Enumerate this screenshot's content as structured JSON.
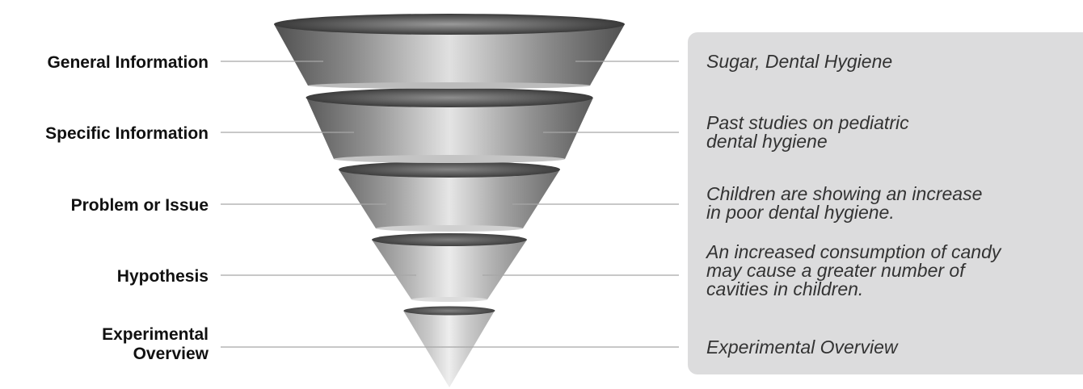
{
  "diagram": {
    "stages": [
      {
        "label": "General Information",
        "description": "Sugar, Dental Hygiene"
      },
      {
        "label": "Specific Information",
        "description": "Past studies on pediatric dental hygiene"
      },
      {
        "label": "Problem or Issue",
        "description": "Children are showing an increase in poor dental hygiene."
      },
      {
        "label": "Hypothesis",
        "description": "An increased consumption of candy may cause a greater number of cavities in children."
      },
      {
        "label": "Experimental Overview",
        "description": "Experimental Overview"
      }
    ],
    "colors": {
      "panel": "#dcdcdd",
      "connector": "#a6a6a6",
      "label": "#111111",
      "description": "#333333"
    }
  }
}
